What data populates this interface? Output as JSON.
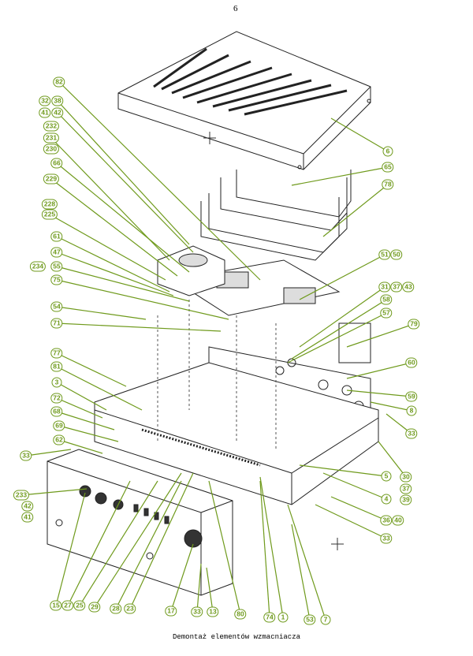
{
  "page_number": "6",
  "caption": "Demontaż elementów wzmacniacza",
  "colors": {
    "callout": "#6f9a1c",
    "ink": "#222222"
  },
  "callouts": [
    "82",
    "32",
    "38",
    "41",
    "42",
    "232",
    "231",
    "230",
    "66",
    "229",
    "228",
    "225",
    "61",
    "47",
    "234",
    "55",
    "75",
    "54",
    "71",
    "77",
    "81",
    "3",
    "72",
    "68",
    "69",
    "62",
    "33",
    "233",
    "42",
    "41",
    "15",
    "27",
    "25",
    "29",
    "28",
    "23",
    "17",
    "33",
    "13",
    "80",
    "74",
    "1",
    "53",
    "7",
    "6",
    "65",
    "78",
    "51",
    "50",
    "31",
    "37",
    "43",
    "58",
    "57",
    "79",
    "60",
    "59",
    "8",
    "33",
    "30",
    "37",
    "39",
    "5",
    "4",
    "36",
    "40",
    "33"
  ]
}
